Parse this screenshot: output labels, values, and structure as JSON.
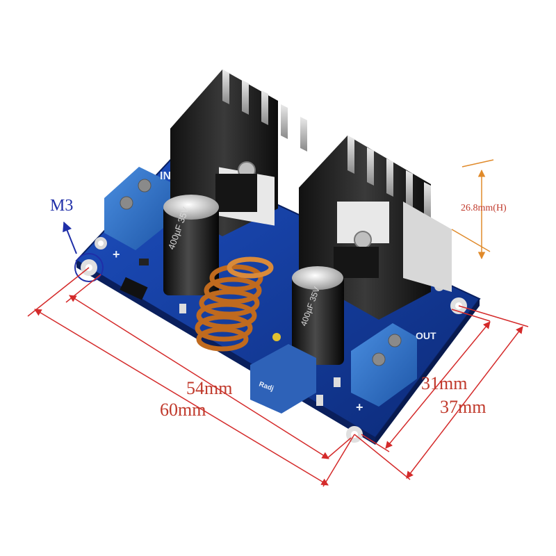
{
  "product": {
    "board_color": "#123a9a",
    "heatsink_color": "#1a1a1a",
    "terminal_color": "#2f6fc4",
    "coil_color": "#c06a1e"
  },
  "labels": {
    "mount_hole": "M3",
    "length_inner": "54mm",
    "length_outer": "60mm",
    "width_inner": "31mm",
    "width_outer": "37mm",
    "height": "26.8mm(H)"
  },
  "silkscreen": {
    "input": "IN",
    "output": "OUT",
    "plus": "+",
    "adj": "Radj"
  },
  "capacitors": {
    "marking": "400µF 35V"
  },
  "annotation_colors": {
    "dimension": "#d42a2a",
    "height": "#e08a2a",
    "mount": "#1f2fa8"
  }
}
